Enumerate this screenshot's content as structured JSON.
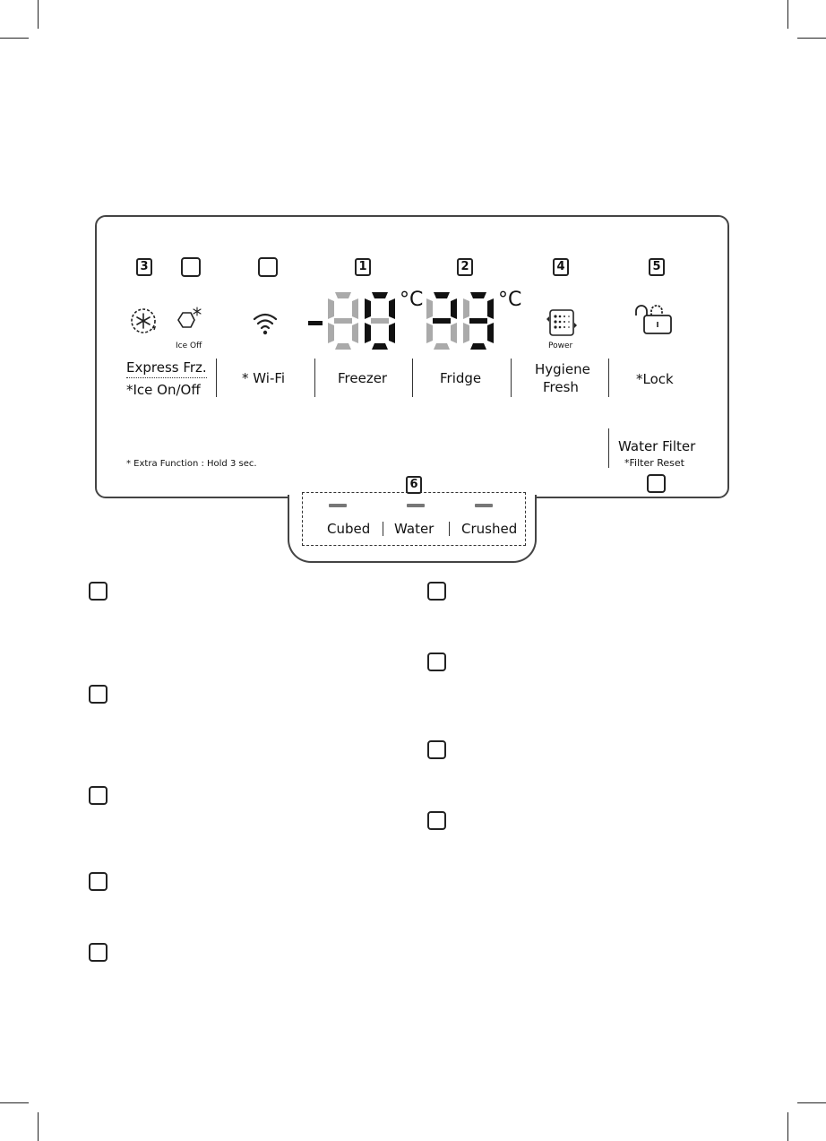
{
  "panel": {
    "callouts": [
      "3",
      "1",
      "2",
      "4",
      "5"
    ],
    "express_icon": "snowflake-cycle-icon",
    "ice_icon": "ice-cube-icon",
    "ice_off_label": "Ice Off",
    "express_label": "Express Frz.",
    "ice_onoff_label": "*Ice On/Off",
    "wifi_icon": "wifi-icon",
    "wifi_label": "* Wi-Fi",
    "freezer_display": "-88",
    "fridge_display": "88",
    "degree_unit": "°C",
    "freezer_label": "Freezer",
    "fridge_label": "Fridge",
    "hygiene_icon": "hygiene-fresh-icon",
    "hygiene_power_label": "Power",
    "hygiene_label_line1": "Hygiene",
    "hygiene_label_line2": "Fresh",
    "lock_icon": "padlock-icon",
    "lock_label": "*Lock",
    "extra_function_note": "* Extra Function : Hold 3 sec.",
    "water_filter_label": "Water Filter",
    "filter_reset_label": "*Filter Reset"
  },
  "dispenser": {
    "callout": "6",
    "options": [
      "Cubed",
      "Water",
      "Crushed"
    ]
  },
  "legend_boxes": {
    "left_count": 5,
    "right_count": 4
  }
}
